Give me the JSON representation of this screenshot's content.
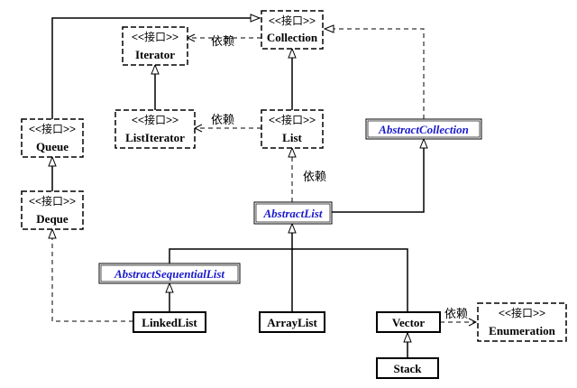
{
  "stereotype": "<<接口>>",
  "dependency_label": "依赖",
  "interfaces": {
    "collection": "Collection",
    "iterator": "Iterator",
    "list_iterator": "ListIterator",
    "list": "List",
    "queue": "Queue",
    "deque": "Deque",
    "enumeration": "Enumeration"
  },
  "abstract_classes": {
    "abstract_collection": "AbstractCollection",
    "abstract_list": "AbstractList",
    "abstract_sequential_list": "AbstractSequentialList"
  },
  "classes": {
    "linked_list": "LinkedList",
    "array_list": "ArrayList",
    "vector": "Vector",
    "stack": "Stack"
  }
}
